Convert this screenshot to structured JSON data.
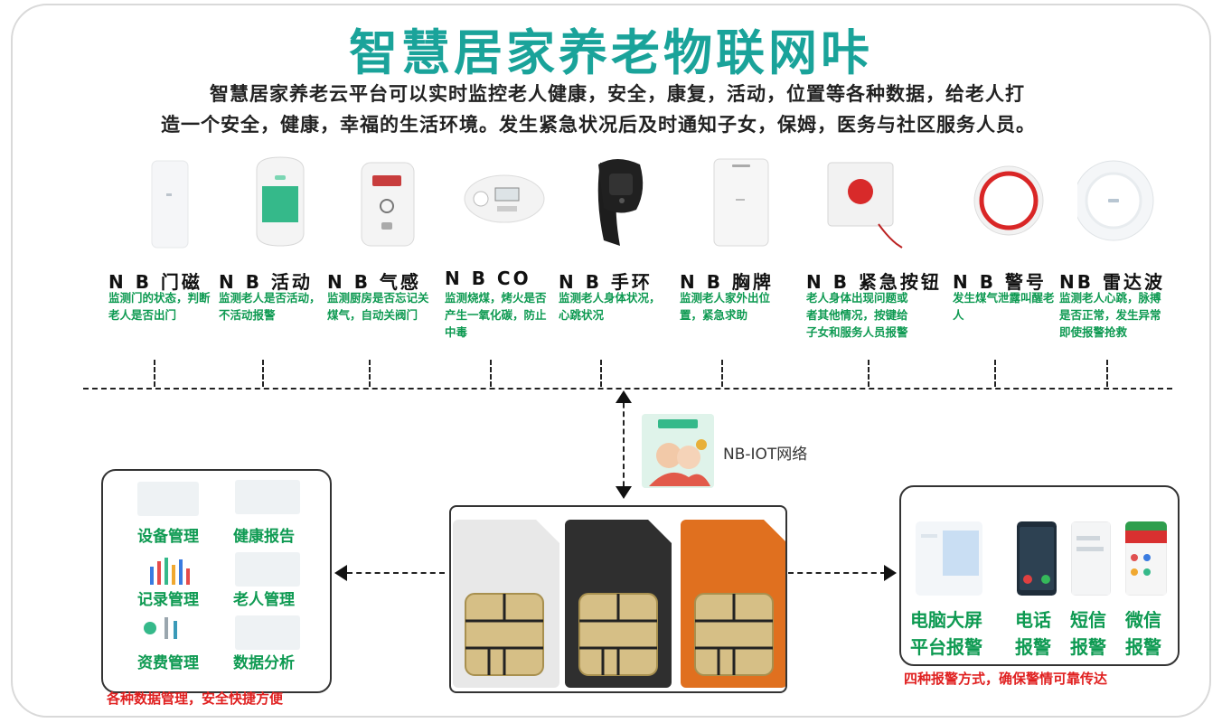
{
  "title": "智慧居家养老物联网咔",
  "description": {
    "line1": "智慧居家养老云平台可以实时监控老人健康，安全，康复，活动，位置等各种数据，给老人打",
    "line2": "造一个安全，健康，幸福的生活环境。发生紧急状况后及时通知子女，保姆，医务与社区服务人员。"
  },
  "devices": [
    {
      "name": "N B 门磁",
      "desc": "监测门的状态，判断老人是否出门",
      "icon": "door-magnet-icon"
    },
    {
      "name": "N B 活动",
      "desc": "监测老人是否活动，不活动报警",
      "icon": "motion-sensor-icon"
    },
    {
      "name": "N B 气感",
      "desc": "监测厨房是否忘记关煤气，自动关阀门",
      "icon": "gas-sensor-icon"
    },
    {
      "name": "N B CO",
      "desc": "监测烧煤，烤火是否产生一氧化碳，防止中毒",
      "icon": "co-detector-icon"
    },
    {
      "name": "N B 手环",
      "desc": "监测老人身体状况，心跳状况",
      "icon": "wristband-icon"
    },
    {
      "name": "N B 胸牌",
      "desc": "监测老人家外出位置，紧急求助",
      "icon": "badge-icon"
    },
    {
      "name": "N B 紧急按钮",
      "desc": "老人身体出现问题或者其他情况，按键给子女和服务人员报警",
      "icon": "emergency-button-icon"
    },
    {
      "name": "N B 警号",
      "desc": "发生煤气泄露叫醒老人",
      "icon": "siren-icon"
    },
    {
      "name": "NB 雷达波",
      "desc": "监测老人心跳，脉搏是否正常，发生异常即使报警抢救",
      "icon": "radar-icon"
    }
  ],
  "network": {
    "label": "NB-IOT网络",
    "icon": "nb-iot-logo-icon"
  },
  "management": {
    "items": [
      "设备管理",
      "健康报告",
      "记录管理",
      "老人管理",
      "资费管理",
      "数据分析"
    ],
    "caption": "各种数据管理，安全快捷方便"
  },
  "sim_cards": [
    {
      "color": "#e8e8e8",
      "icon": "sim-card-white-icon"
    },
    {
      "color": "#2f2f2f",
      "icon": "sim-card-black-icon"
    },
    {
      "color": "#e0701f",
      "icon": "sim-card-orange-icon"
    }
  ],
  "alerts": {
    "items": [
      {
        "line1": "电脑大屏",
        "line2": "平台报警"
      },
      {
        "line1": "电话",
        "line2": "报警"
      },
      {
        "line1": "短信",
        "line2": "报警"
      },
      {
        "line1": "微信",
        "line2": "报警"
      }
    ],
    "caption": "四种报警方式，确保警情可靠传达"
  },
  "colors": {
    "title": "#1aa39a",
    "green_text": "#0e9a52",
    "red_text": "#e02020"
  }
}
